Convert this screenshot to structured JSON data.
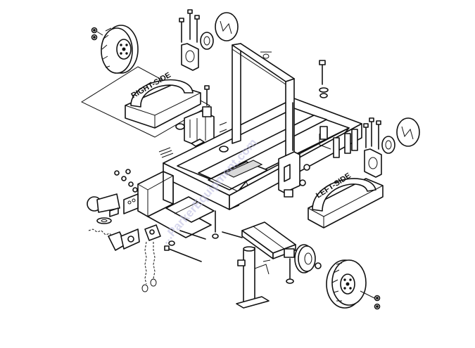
{
  "labels": {
    "right_side": "RIGHT-SIDE",
    "left_side": "LEFT-SIDE"
  },
  "watermark": "...ParkerEquipment.com"
}
